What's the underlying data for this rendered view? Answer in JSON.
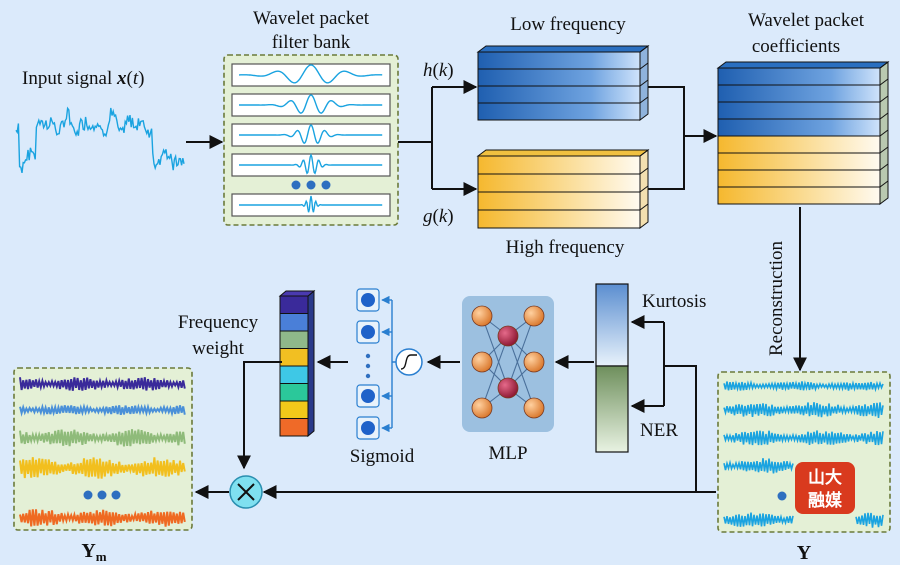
{
  "labels": {
    "input_signal_text": "Input signal ",
    "input_signal_var": "x",
    "input_signal_paren_open": "(",
    "input_signal_arg": "t",
    "input_signal_paren_close": ")",
    "filter_bank_line1": "Wavelet packet",
    "filter_bank_line2": "filter bank",
    "h_func": "h",
    "h_arg": "k",
    "g_func": "g",
    "g_arg": "k",
    "paren_open": "(",
    "paren_close": ")",
    "low_frequency": "Low frequency",
    "high_frequency": "High frequency",
    "coefficients_line1": "Wavelet packet",
    "coefficients_line2": "coefficients",
    "reconstruction": "Reconstruction",
    "kurtosis": "Kurtosis",
    "ner": "NER",
    "mlp": "MLP",
    "sigmoid": "Sigmoid",
    "frequency_weight_line1": "Frequency",
    "frequency_weight_line2": "weight",
    "y_output": "Y",
    "ym_main": "Y",
    "ym_sub": "m"
  },
  "watermark": {
    "text": "山大融媒",
    "color": "#d93a1e"
  },
  "colors": {
    "background": "#dbeafb",
    "signal_blue": "#1aa3e0",
    "filter_bank_fill": "#e4f0d6",
    "low_freq_dark": "#1f5fb0",
    "high_freq_yellow": "#f5b82e",
    "ner_green": "#6e8f5c",
    "kurtosis_blue": "#5b8ed0",
    "mlp_panel": "#9cc0e0",
    "mlp_node_orange": "#e08a3c",
    "mlp_node_red": "#a0203a",
    "sigmoid_node": "#1f62c9",
    "multiply_circle": "#7fe0f0"
  },
  "frequency_weight_colors": [
    "#3a2a9a",
    "#4a7fd8",
    "#8fb88a",
    "#f2bf22",
    "#3ec8e6",
    "#2bc89a",
    "#f2c91a",
    "#ef6a28"
  ],
  "ym_wave_colors": [
    "#3a2a9a",
    "#4a90d8",
    "#8fbb7a",
    "#f2bf1e",
    "#ef6a22"
  ],
  "y_wave_color": "#1aa3e0"
}
